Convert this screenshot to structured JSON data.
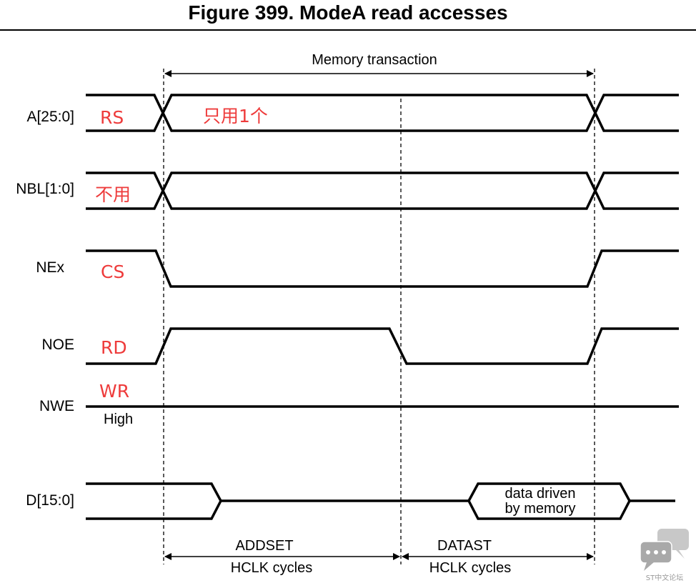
{
  "figure": {
    "title": "Figure 399. ModeA read accesses"
  },
  "header": {
    "memory_transaction": "Memory transaction"
  },
  "signals": {
    "address": "A[25:0]",
    "nbl": "NBL[1:0]",
    "nex": "NEx",
    "noe": "NOE",
    "nwe": "NWE",
    "data": "D[15:0]"
  },
  "annotations": {
    "rs": "RS",
    "only_one": "只用1个",
    "unused": "不用",
    "cs": "CS",
    "rd": "RD",
    "wr": "WR",
    "high": "High"
  },
  "data_window": {
    "line1": "data driven",
    "line2": "by memory"
  },
  "phases": {
    "addset": "ADDSET",
    "addset_unit": "HCLK cycles",
    "datast": "DATAST",
    "datast_unit": "HCLK cycles"
  },
  "watermark": {
    "text": "ST中文论坛",
    "icon": "chat-bubbles-icon"
  },
  "colors": {
    "annotation": "#ee3b3b",
    "line": "#000000",
    "watermark": "#c8c8c8"
  }
}
